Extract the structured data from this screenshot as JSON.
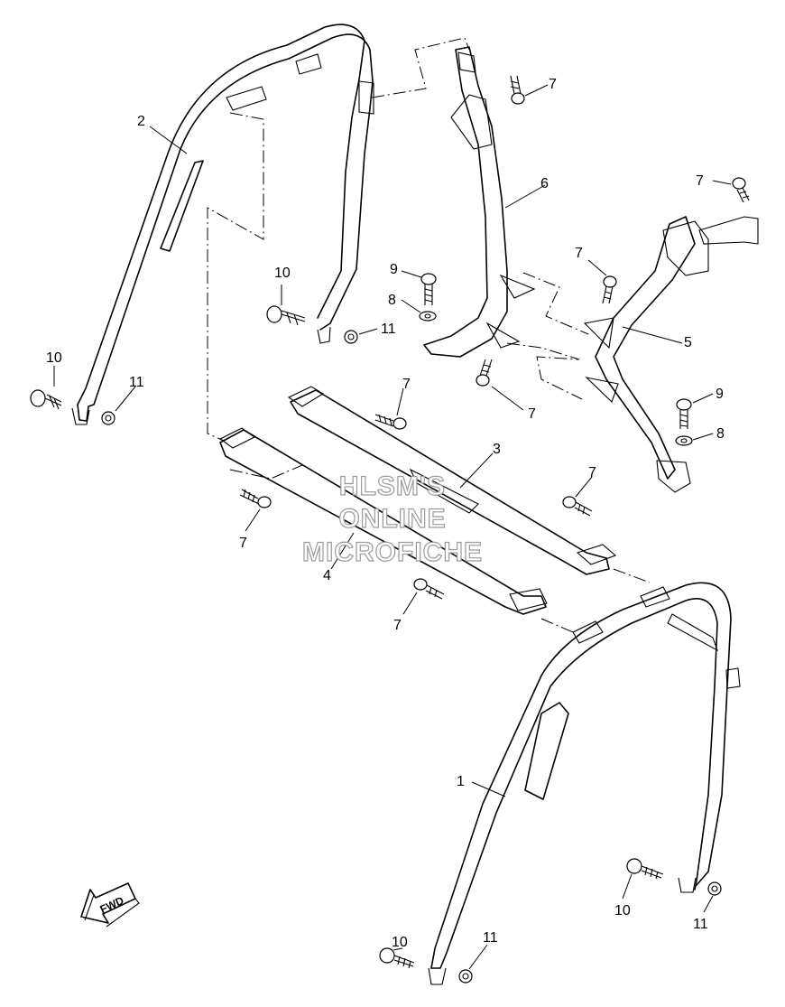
{
  "callouts": {
    "c1": "1",
    "c2": "2",
    "c3": "3",
    "c4": "4",
    "c5": "5",
    "c6": "6",
    "c7a": "7",
    "c7b": "7",
    "c7c": "7",
    "c7d": "7",
    "c7e": "7",
    "c7f": "7",
    "c7g": "7",
    "c7h": "7",
    "c8a": "8",
    "c8b": "8",
    "c9a": "9",
    "c9b": "9",
    "c10a": "10",
    "c10b": "10",
    "c10c": "10",
    "c10d": "10",
    "c11a": "11",
    "c11b": "11",
    "c11c": "11",
    "c11d": "11"
  },
  "watermark": {
    "line1": "HLSM'S",
    "line2": "ONLINE",
    "line3": "MICROFICHE"
  },
  "direction_marker": {
    "label": "FWD"
  }
}
